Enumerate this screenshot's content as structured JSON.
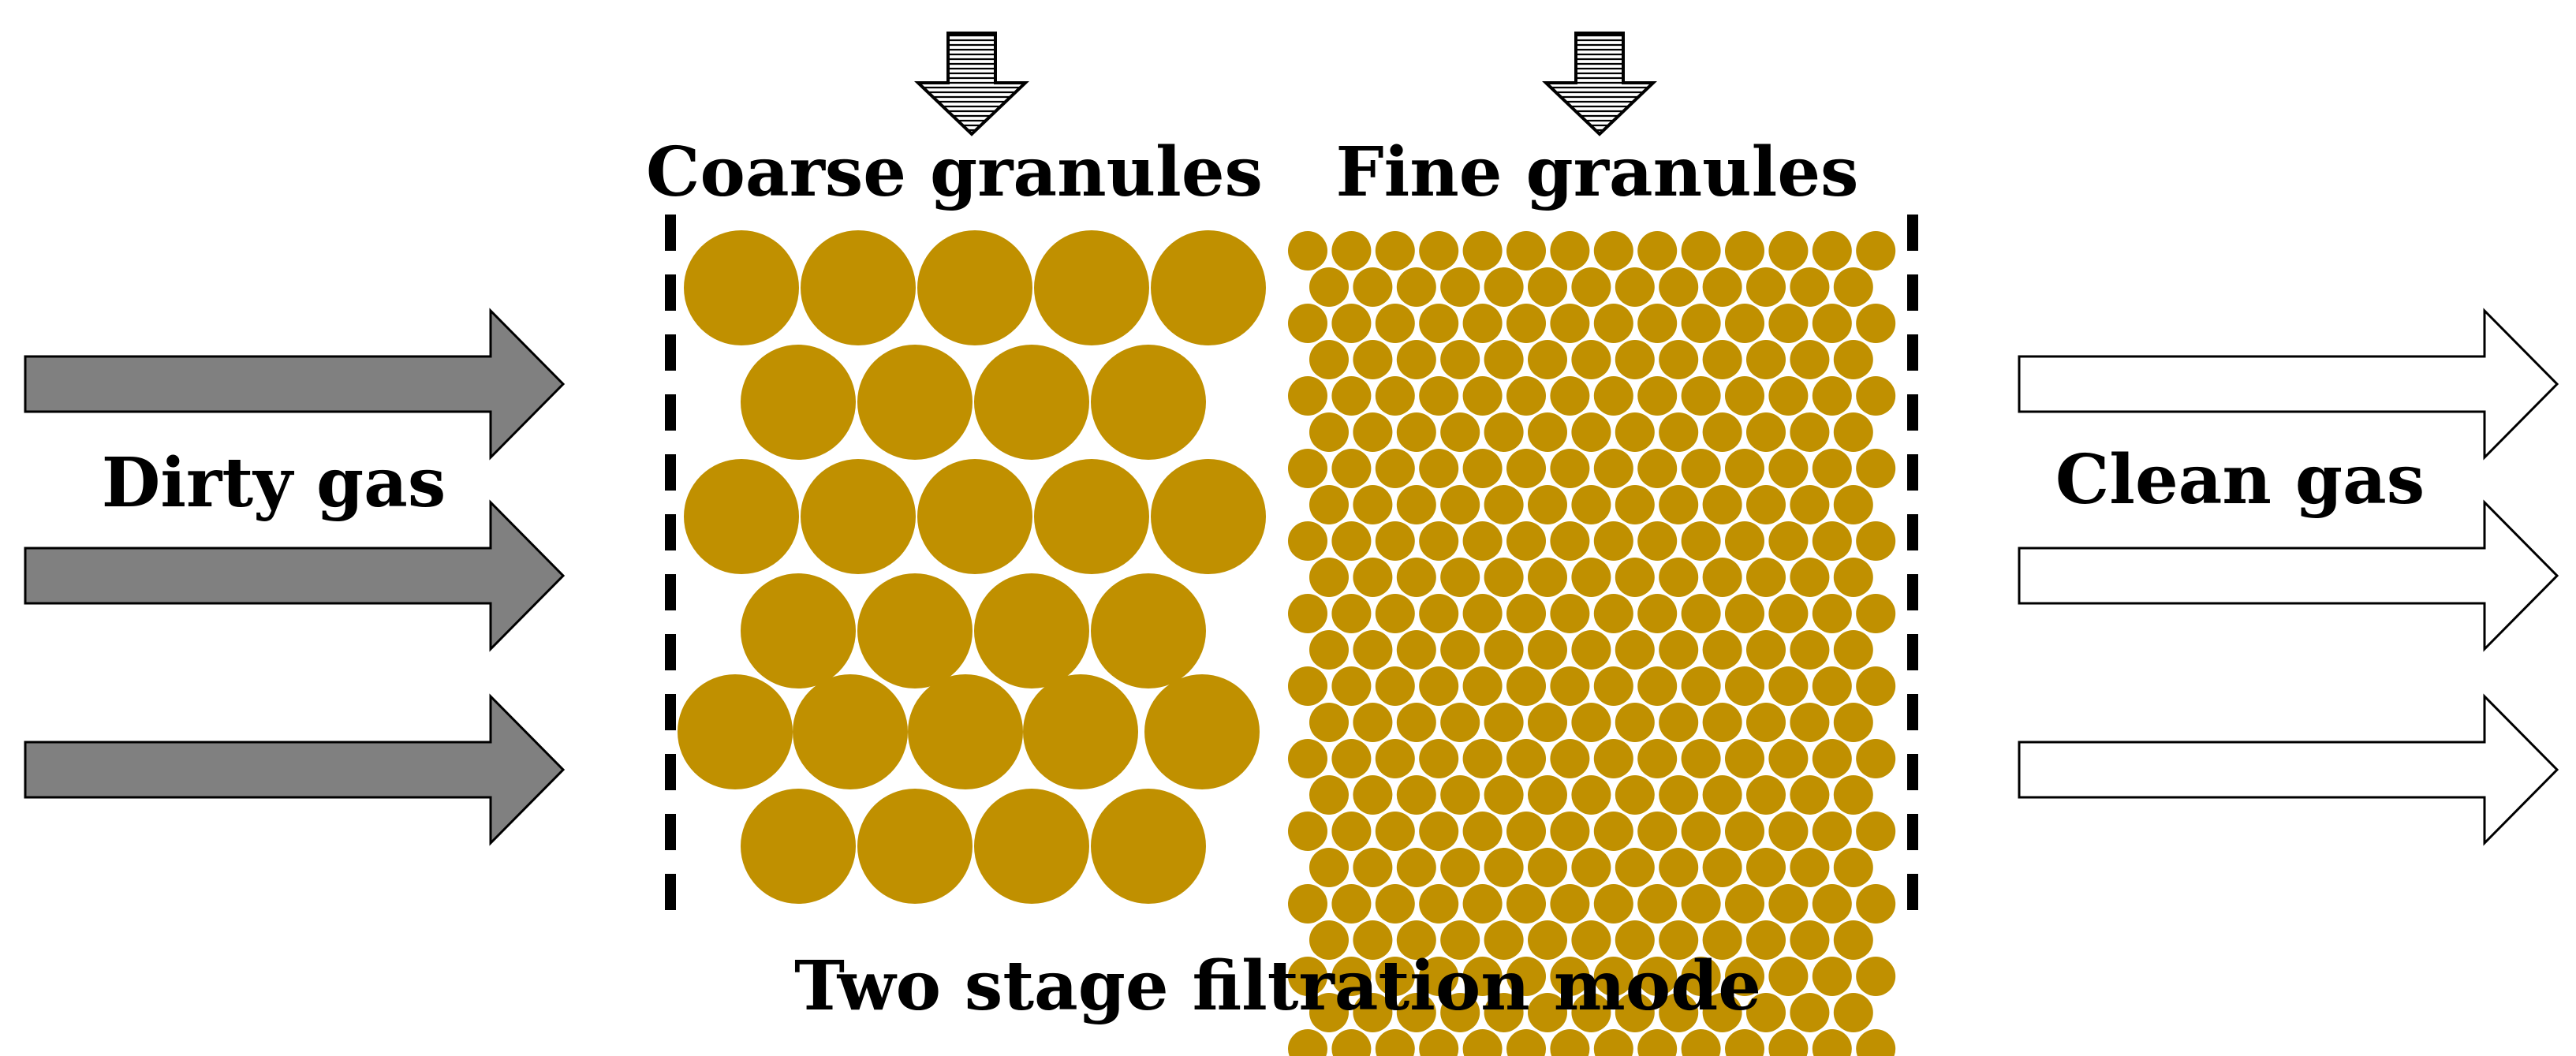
{
  "labels": {
    "coarse": "Coarse granules",
    "fine": "Fine granules",
    "dirty": "Dirty gas",
    "clean": "Clean gas",
    "caption": "Two stage filtration mode"
  },
  "colors": {
    "granule": "#C09000",
    "dirty_arrow_fill": "#808080",
    "clean_arrow_fill": "#FFFFFF",
    "outline": "#000000"
  },
  "icons": {
    "feed_arrow": "hatched-down-arrow-icon",
    "dirty_flow": "gray-right-arrow-icon",
    "clean_flow": "white-right-arrow-icon"
  }
}
